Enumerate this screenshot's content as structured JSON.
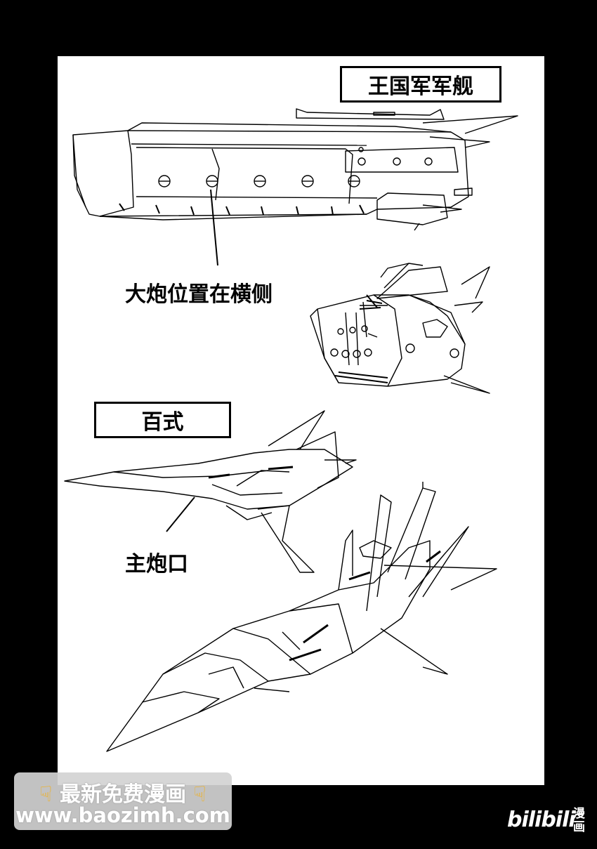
{
  "sections": {
    "kingdom_warship": {
      "title": "王国军军舰",
      "annotation": "大炮位置在横侧"
    },
    "hyakushiki": {
      "title": "百式",
      "annotation": "主炮口"
    }
  },
  "watermark": {
    "line1": "最新免费漫画",
    "line2": "www.baozimh.com",
    "icon": "pointing-down-hand-icon"
  },
  "brand": {
    "logo_text": "bilibili",
    "manga_text": "漫画"
  }
}
